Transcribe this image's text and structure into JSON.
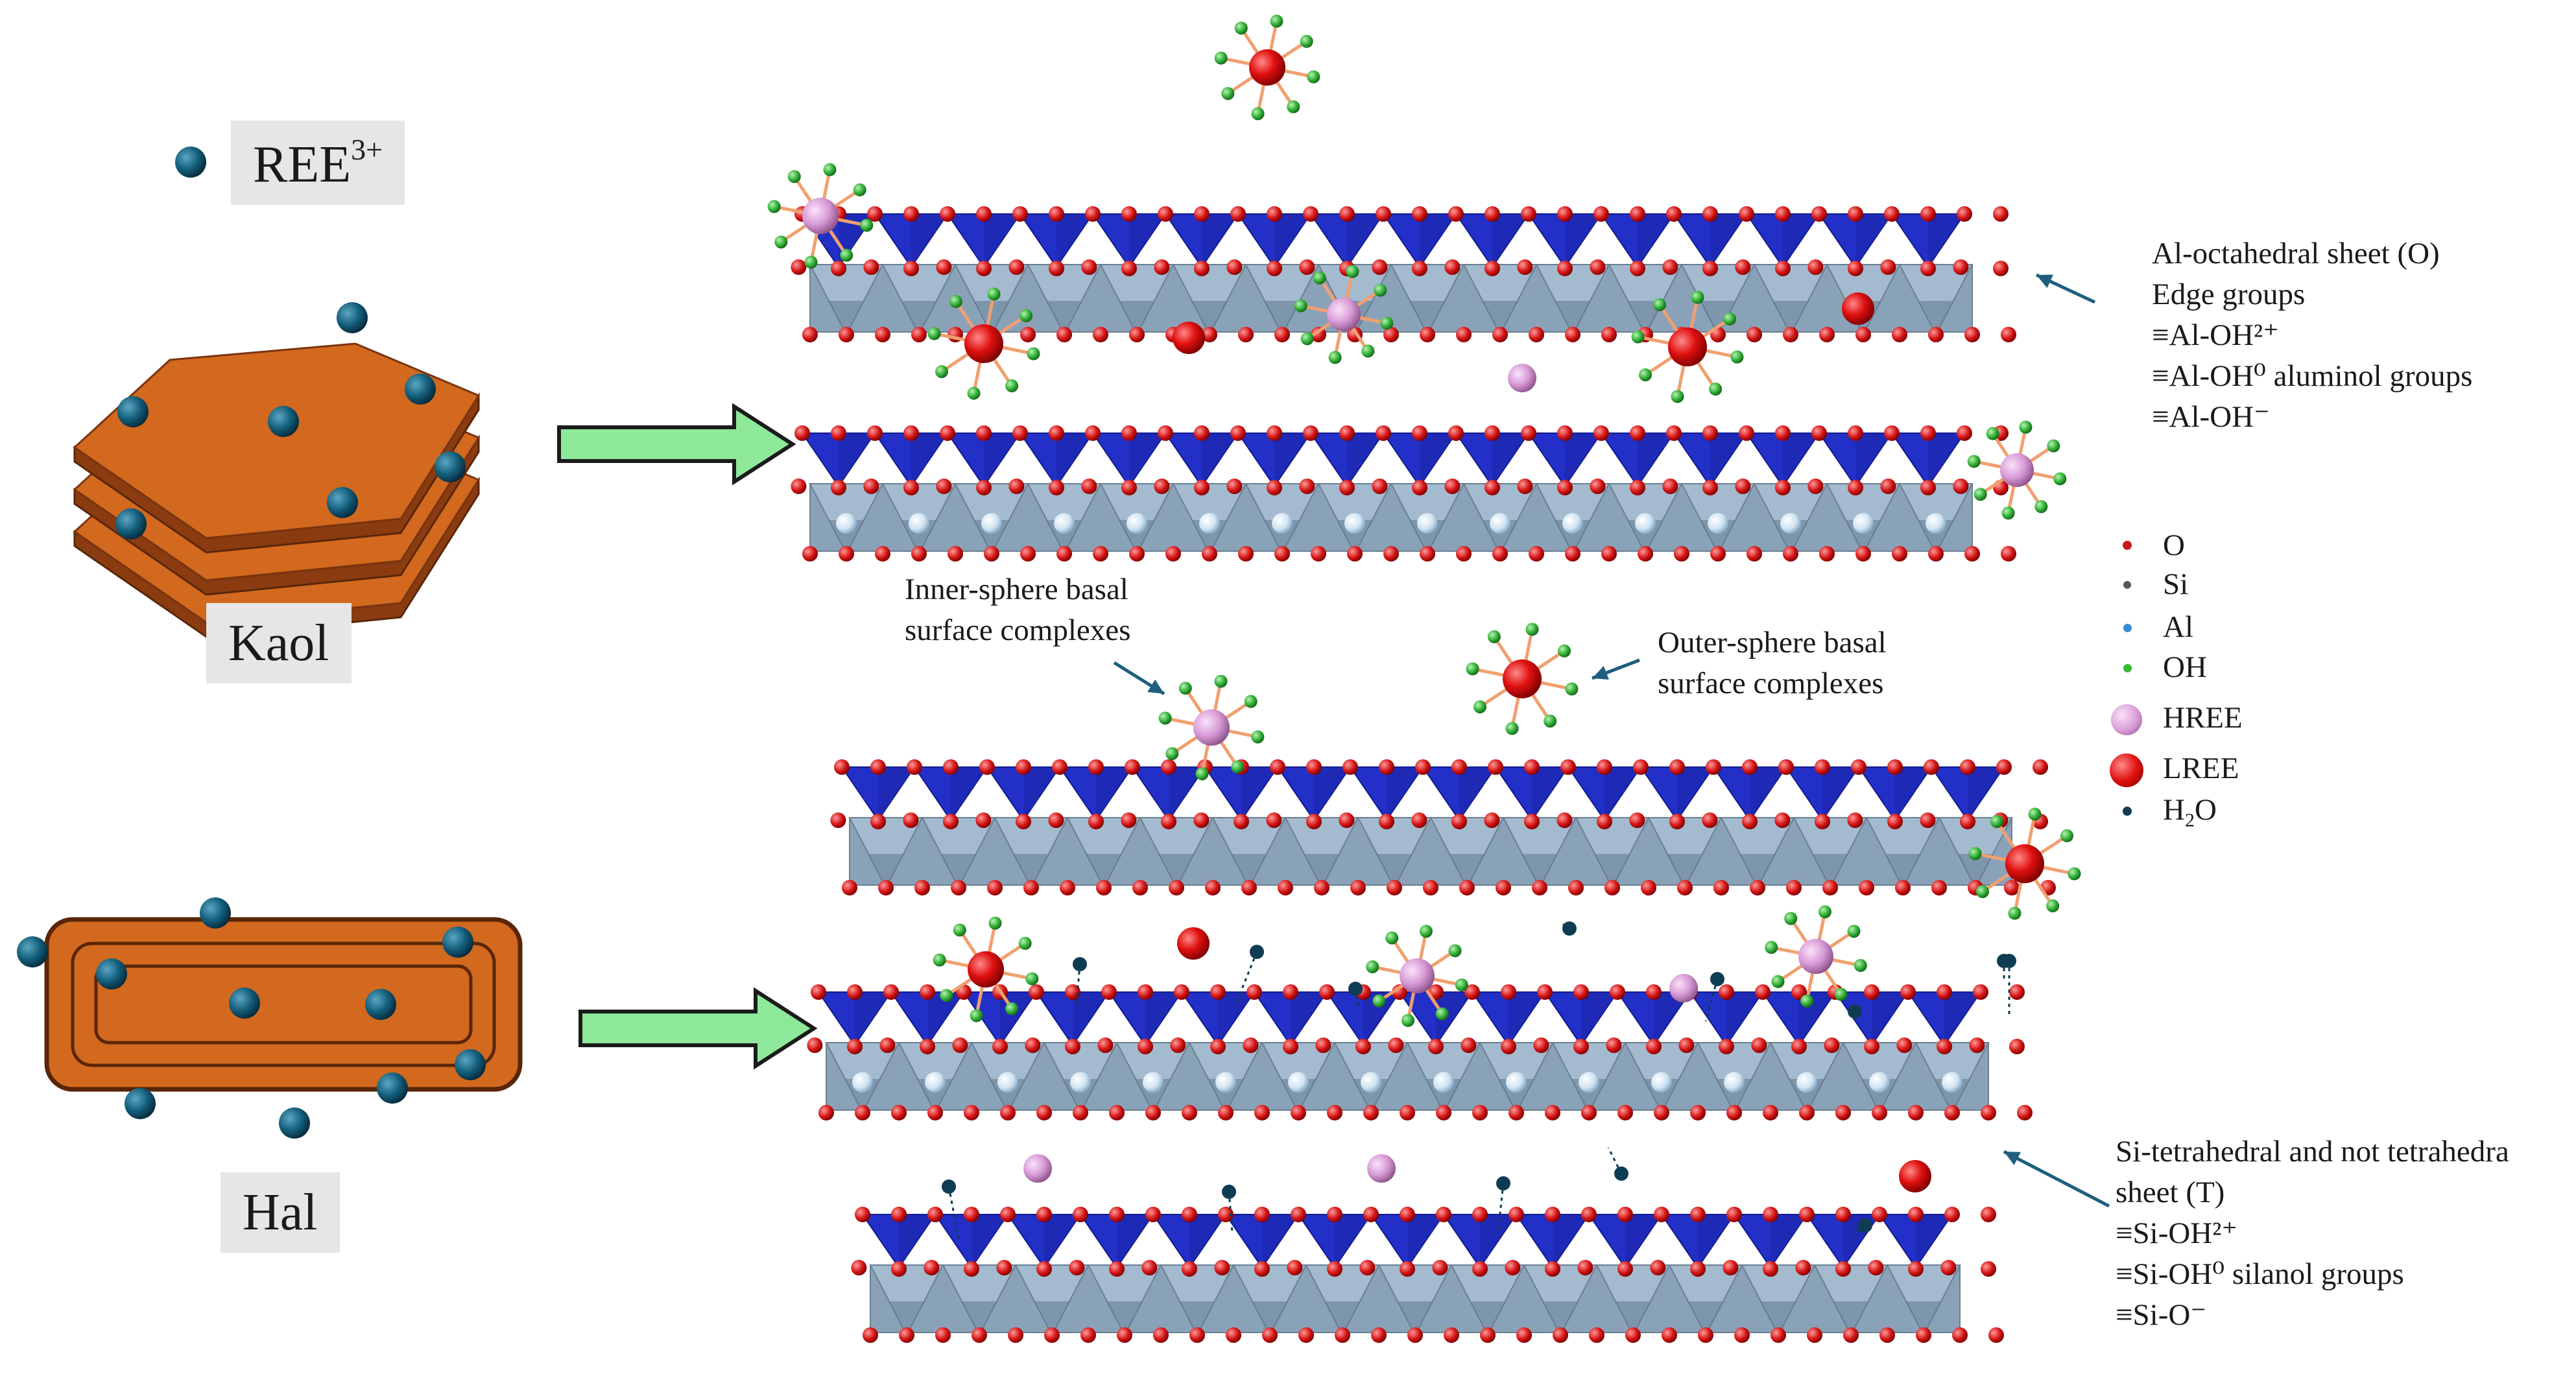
{
  "labels": {
    "ree_ion": "REE",
    "ree_charge": "3+",
    "kaol": "Kaol",
    "hal": "Hal"
  },
  "annotations": {
    "octahedral": [
      "Al-octahedral sheet (O)",
      "Edge groups",
      "≡Al-OH²⁺",
      "≡Al-OH⁰ aluminol groups",
      "≡Al-OH⁻"
    ],
    "inner_sphere": [
      "Inner-sphere basal",
      "surface complexes"
    ],
    "outer_sphere": [
      "Outer-sphere basal",
      "surface complexes"
    ],
    "tetrahedral": [
      "Si-tetrahedral and not tetrahedra",
      "sheet (T)",
      "≡Si-OH²⁺",
      "≡Si-OH⁰ silanol groups",
      "≡Si-O⁻"
    ]
  },
  "legend": [
    {
      "label": "O",
      "color": "#c41a1a",
      "icon": "small-red-dot"
    },
    {
      "label": "Si",
      "color": "#555555",
      "icon": "small-grey-dot"
    },
    {
      "label": "Al",
      "color": "#3a8ad6",
      "icon": "small-blue-dot"
    },
    {
      "label": "OH",
      "color": "#38b838",
      "icon": "small-green-dot"
    },
    {
      "label": "HREE",
      "color": "#d79ad6",
      "icon": "pink-sphere"
    },
    {
      "label": "LREE",
      "color": "#e01010",
      "icon": "red-sphere"
    },
    {
      "label": "H",
      "label_sub": "2",
      "label_tail": "O",
      "color": "#0e3c52",
      "icon": "dark-teal-dot"
    }
  ],
  "colors": {
    "kaol_plate": "#d2691e",
    "ree_ion": "#12506a",
    "arrow_fill": "#8ee89a",
    "tetra": "#2230c8",
    "octa": "#7f9bb5",
    "oxygen": "#d61b1b",
    "hydroxyl": "#33b13a",
    "hree": "#d99bd6",
    "lree": "#e31212",
    "water": "#0e3c52",
    "pointer": "#1e5e7e"
  }
}
